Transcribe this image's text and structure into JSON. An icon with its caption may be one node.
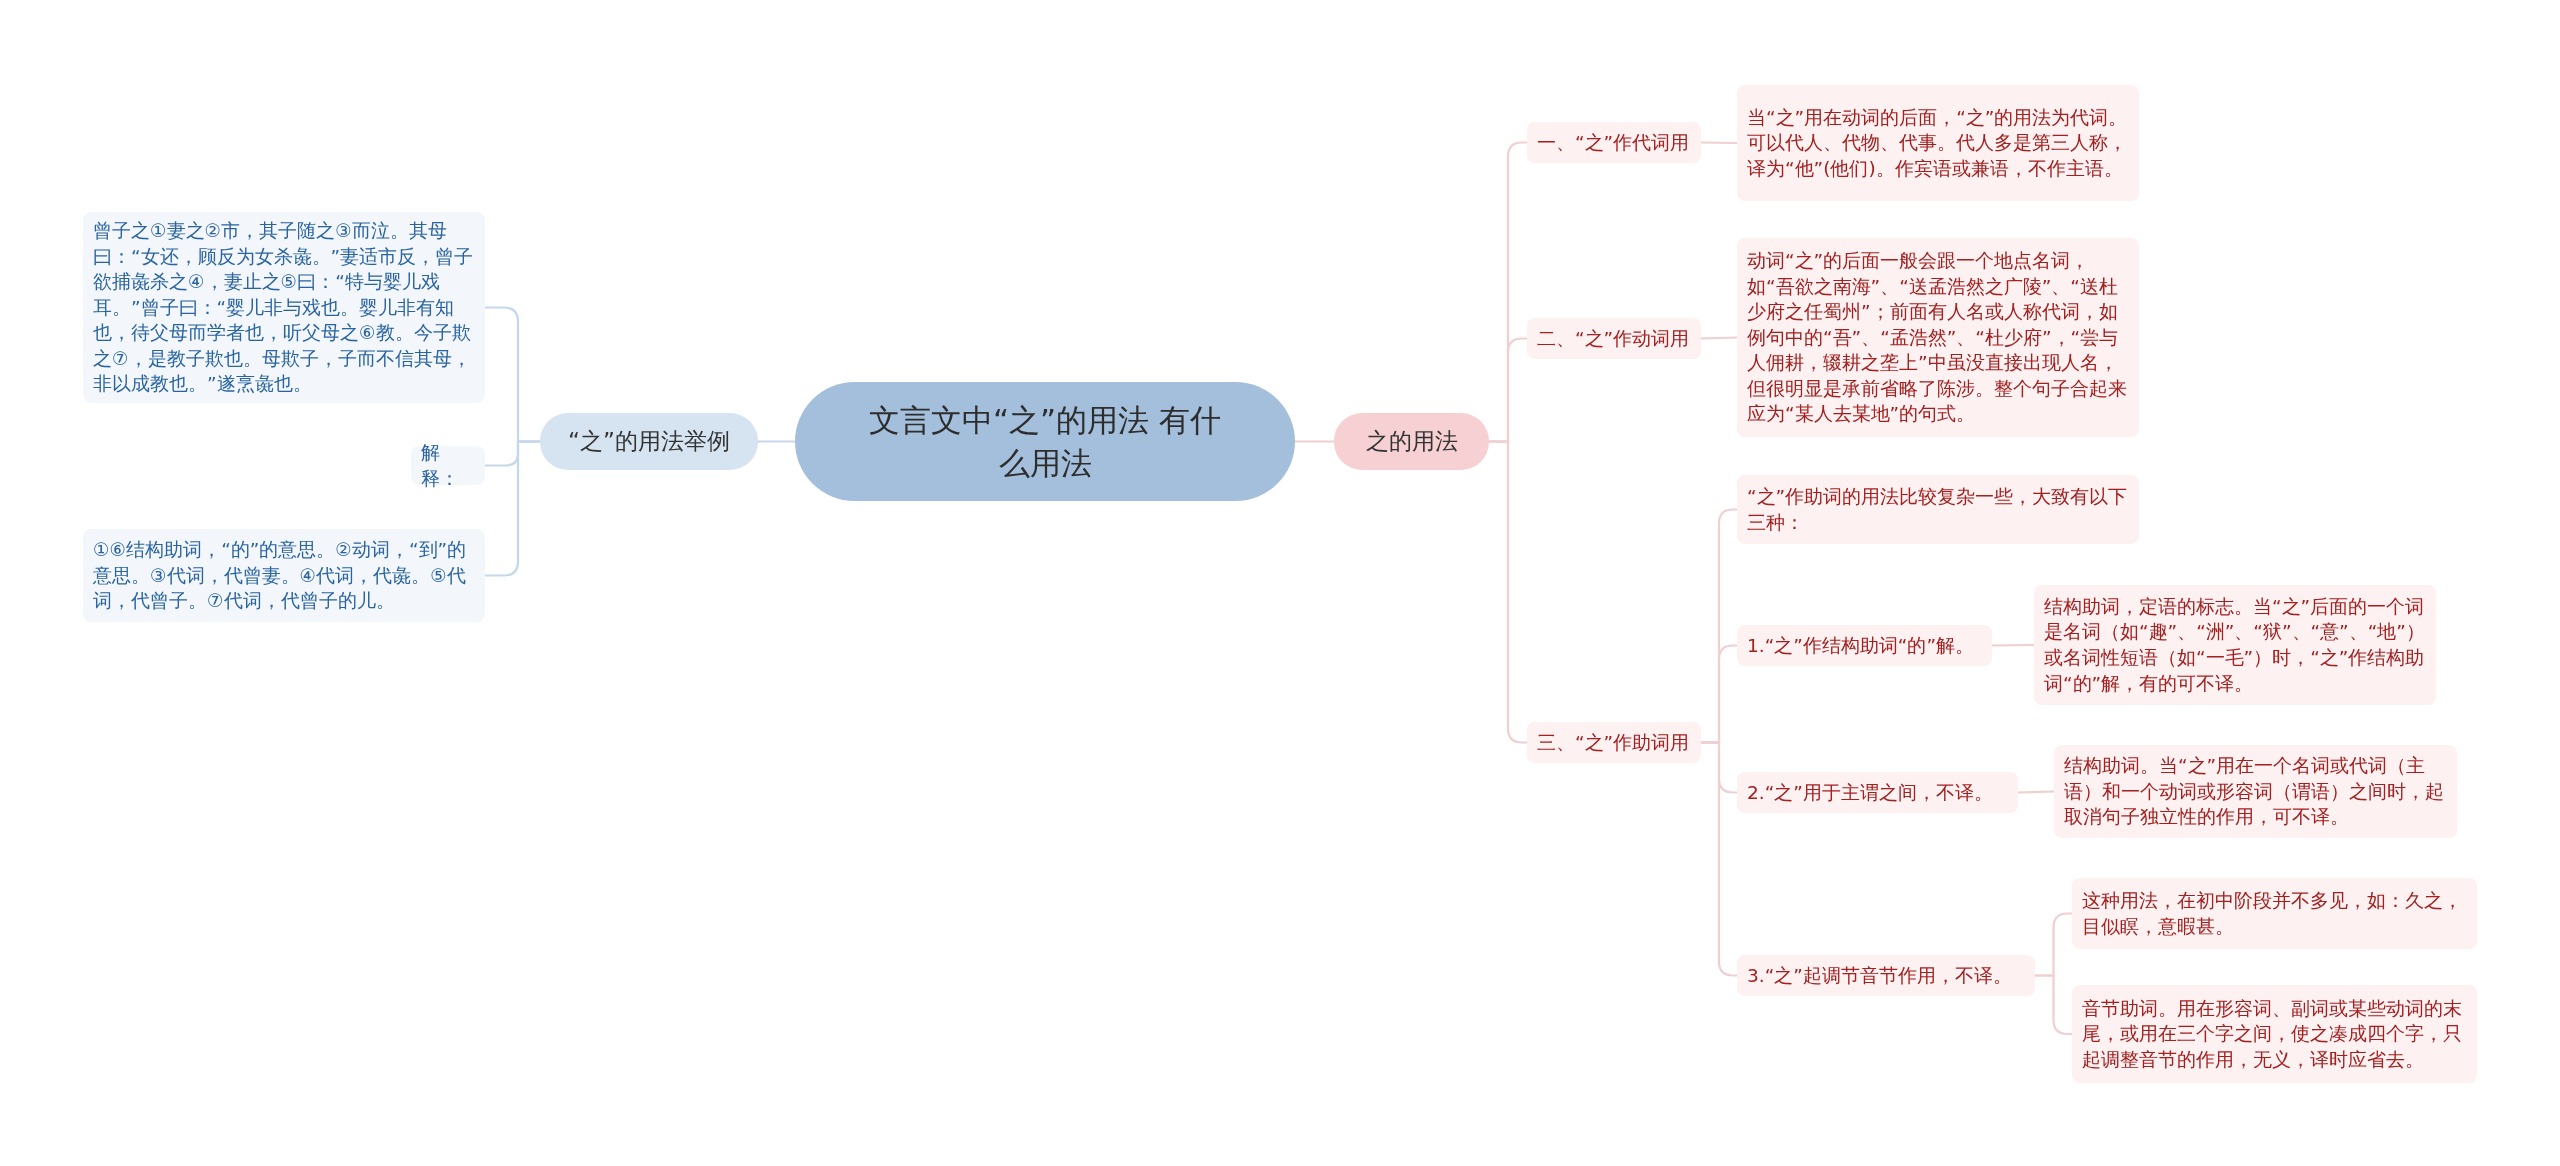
{
  "diagram": {
    "nodes": [
      {
        "text": [
          "文言文中“之”的用法 有什么用法"
        ]
      },
      {
        "text": [
          "“之”的用法举例"
        ]
      },
      {
        "text": [
          "曾子之①妻之②市，其子随之③而泣。其母曰：“女还，顾反为女杀彘。”妻适市反，曾子欲捕彘杀之④，妻止之⑤曰：“特与婴儿戏耳。”曾子曰：“婴儿非与戏也。婴儿非有知也，待父母而学者也，听父母之⑥教。今子欺之⑦，是教子欺也。母欺子，子而不信其母，非以成教也。”遂烹彘也。"
        ]
      },
      {
        "text": [
          "解释："
        ]
      },
      {
        "text": [
          "①⑥结构助词，“的”的意思。②动词，“到”的意思。③代词，代曾妻。④代词，代彘。⑤代词，代曾子。⑦代词，代曾子的儿。"
        ]
      },
      {
        "text": [
          "之的用法"
        ]
      },
      {
        "text": [
          "一、“之”作代词用"
        ]
      },
      {
        "text": [
          "当“之”用在动词的后面，“之”的用法为代词。可以代人、代物、代事。代人多是第三人称，译为“他”(他们)。作宾语或兼语，不作主语。"
        ]
      },
      {
        "text": [
          "二、“之”作动词用"
        ]
      },
      {
        "text": [
          "动词“之”的后面一般会跟一个地点名词，如“吾欲之南海”、“送孟浩然之广陵”、“送杜少府之任蜀州”；前面有人名或人称代词，如例句中的“吾”、“孟浩然”、“杜少府”，“尝与人佣耕，辍耕之垄上”中虽没直接出现人名，但很明显是承前省略了陈涉。整个句子合起来应为“某人去某地”的句式。"
        ]
      },
      {
        "text": [
          "三、“之”作助词用"
        ]
      },
      {
        "text": [
          "“之”作助词的用法比较复杂一些，大致有以下三种："
        ]
      },
      {
        "text": [
          "1.“之”作结构助词“的”解。"
        ]
      },
      {
        "text": [
          "结构助词，定语的标志。当“之”后面的一个词是名词（如“趣”、“洲”、“狱”、“意”、“地”）或名词性短语（如“一毛”）时，“之”作结构助词“的”解，有的可不译。"
        ]
      },
      {
        "text": [
          "2.“之”用于主谓之间，不译。"
        ]
      },
      {
        "text": [
          "结构助词。当“之”用在一个名词或代词（主语）和一个动词或形容词（谓语）之间时，起取消句子独立性的作用，可不译。"
        ]
      },
      {
        "text": [
          "3.“之”起调节音节作用，不译。"
        ]
      },
      {
        "text": [
          "这种用法，在初中阶段并不多见，如：久之，目似瞑，意暇甚。"
        ]
      },
      {
        "text": [
          "音节助词。用在形容词、副词或某些动词的末尾，或用在三个字之间，使之凑成四个字，只起调整音节的作用，无义，译时应省去。"
        ]
      }
    ],
    "edges": [
      {
        "from": 0,
        "to": 1,
        "arrow": "none",
        "color": "#c5d7ea"
      },
      {
        "from": 1,
        "to": 2,
        "arrow": "none",
        "color": "#c5d7ea"
      },
      {
        "from": 1,
        "to": 3,
        "arrow": "none",
        "color": "#c5d7ea"
      },
      {
        "from": 1,
        "to": 4,
        "arrow": "none",
        "color": "#c5d7ea"
      },
      {
        "from": 0,
        "to": 5,
        "arrow": "none"
      },
      {
        "from": 5,
        "to": 6,
        "arrow": "none"
      },
      {
        "from": 6,
        "to": 7,
        "arrow": "none"
      },
      {
        "from": 5,
        "to": 8,
        "arrow": "none"
      },
      {
        "from": 8,
        "to": 9,
        "arrow": "none"
      },
      {
        "from": 5,
        "to": 10,
        "arrow": "none"
      },
      {
        "from": 10,
        "to": 11,
        "arrow": "none"
      },
      {
        "from": 10,
        "to": 12,
        "arrow": "none"
      },
      {
        "from": 12,
        "to": 13,
        "arrow": "none"
      },
      {
        "from": 10,
        "to": 14,
        "arrow": "none"
      },
      {
        "from": 14,
        "to": 15,
        "arrow": "none"
      },
      {
        "from": 10,
        "to": 16,
        "arrow": "none"
      },
      {
        "from": 16,
        "to": 17,
        "arrow": "none"
      },
      {
        "from": 16,
        "to": 18,
        "arrow": "none"
      }
    ]
  }
}
